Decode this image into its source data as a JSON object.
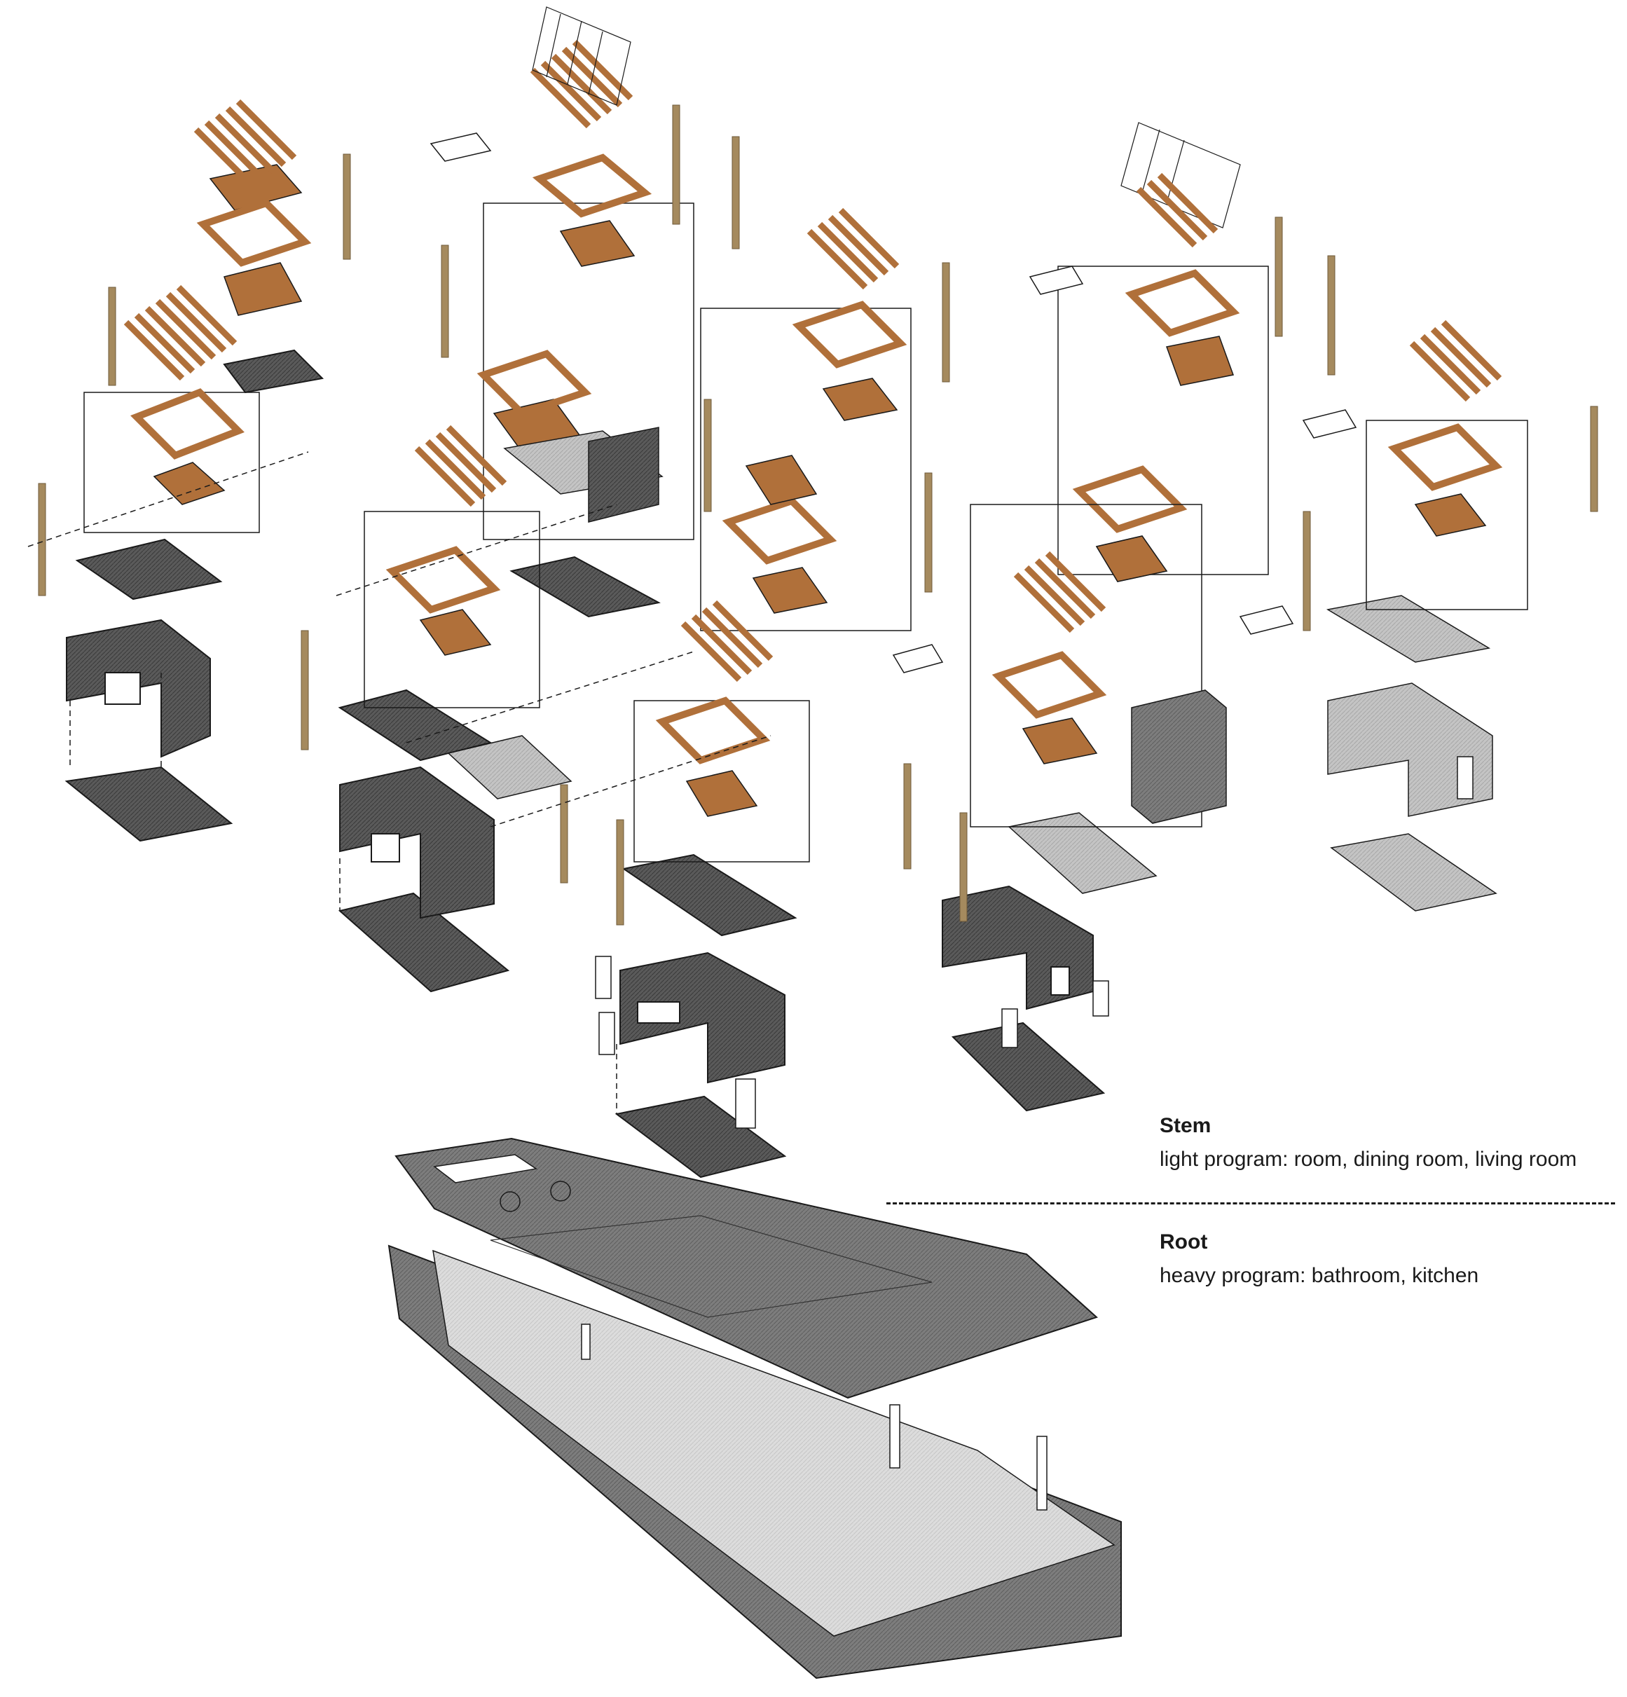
{
  "legend": {
    "stem": {
      "title": "Stem",
      "description": "light program: room, dining room, living room"
    },
    "root": {
      "title": "Root",
      "description": "heavy program: bathroom, kitchen"
    }
  },
  "colors": {
    "timber": "#b0703a",
    "timber_light": "#a58a5e",
    "concrete_dark": "#5a5a5a",
    "concrete_mid": "#7d7d7d",
    "concrete_light": "#c4c4c4",
    "line": "#1a1a1a",
    "background": "#ffffff"
  }
}
